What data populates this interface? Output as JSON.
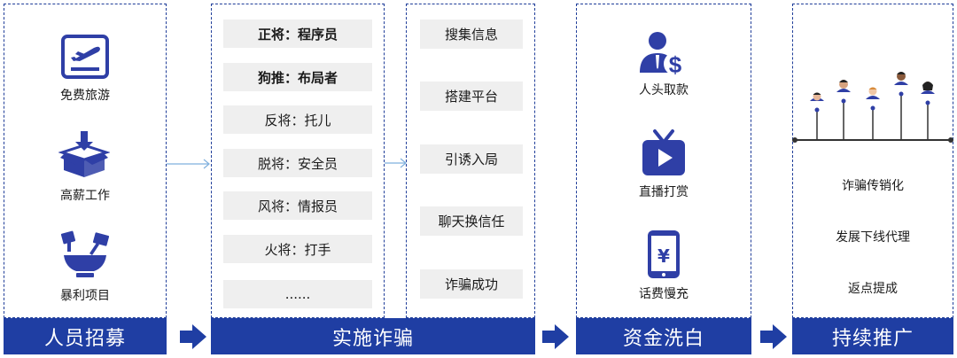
{
  "columns": [
    {
      "footer": "人员招募",
      "items": [
        {
          "label": "免费旅游",
          "icon": "plane-ticket-icon"
        },
        {
          "label": "高薪工作",
          "icon": "open-box-icon"
        },
        {
          "label": "暴利项目",
          "icon": "mortar-pestle-icon"
        }
      ]
    },
    {
      "footer": "实施诈骗",
      "roles": [
        "正将：程序员",
        "狗推：布局者",
        "反将：托儿",
        "脱将：安全员",
        "风将：情报员",
        "火将：打手",
        "......"
      ],
      "steps": [
        "搜集信息",
        "搭建平台",
        "引诱入局",
        "聊天换信任",
        "诈骗成功"
      ]
    },
    {
      "footer": "资金洗白",
      "items": [
        {
          "label": "人头取款",
          "icon": "person-dollar-icon"
        },
        {
          "label": "直播打赏",
          "icon": "tv-play-icon"
        },
        {
          "label": "话费慢充",
          "icon": "phone-yuan-icon"
        }
      ]
    },
    {
      "footer": "持续推广",
      "items": [
        "诈骗传销化",
        "发展下线代理",
        "返点提成"
      ]
    }
  ],
  "colors": {
    "primary": "#1f3ea3",
    "icon_blue": "#2f3fa6",
    "gray_box": "#efefef",
    "arrow_thin": "#7fb0dd"
  }
}
